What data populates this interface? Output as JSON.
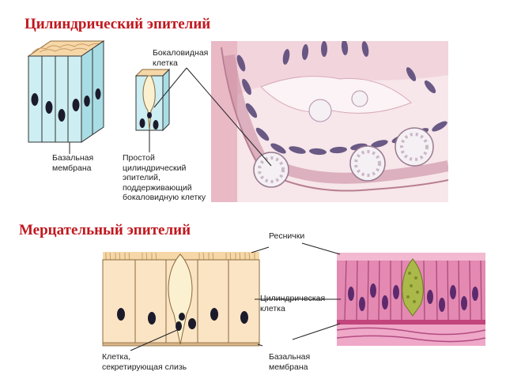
{
  "headings": {
    "columnar": "Цилиндрический эпителий",
    "ciliated": "Мерцательный эпителий"
  },
  "labels": {
    "goblet_cell": "Бокаловидная\nклетка",
    "basal_membrane_top": "Базальная\nмембрана",
    "simple_columnar": "Простой\nцилиндрический\nэпителий,\nподдерживающий\nбокаловидную клетку",
    "cilia": "Реснички",
    "columnar_cell": "Цилиндрическая\nклетка",
    "mucus_cell": "Клетка,\nсекретирующая слизь",
    "basal_membrane_bottom": "Базальная\nмембрана"
  },
  "colors": {
    "heading": "#c0181f",
    "cell_fill": "#cdeef2",
    "cell_top": "#f6d7a8",
    "ciliated_cell_fill": "#fbe4c4",
    "histology_bg": "#f7e6ea",
    "micrograph_bg": "#e389b2",
    "nucleus": "#1b1b2b",
    "leader_line": "#222222"
  }
}
